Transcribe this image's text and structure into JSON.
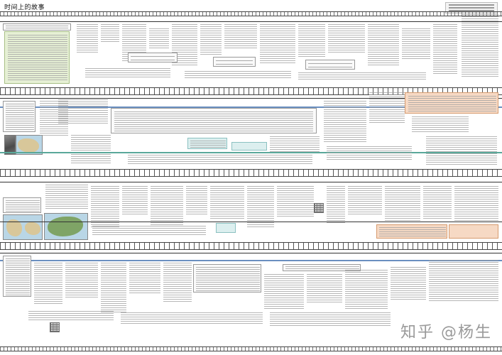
{
  "page": {
    "title": "时间上的故事",
    "watermark": "知乎 @杨生",
    "bands": [
      "band-1",
      "band-2",
      "band-3",
      "band-4"
    ]
  },
  "colors": {
    "axis_blue": "#6a8fc0",
    "axis_teal": "#5aa89a",
    "highlight_green": "#e6f0d5",
    "highlight_peach": "#f6d9c4",
    "highlight_cyan": "#dcefef"
  },
  "icons": [
    "stone-relief-image",
    "map-mesopotamia-image",
    "map-mediterranean-image",
    "map-europe-image",
    "qr-code-icon"
  ]
}
